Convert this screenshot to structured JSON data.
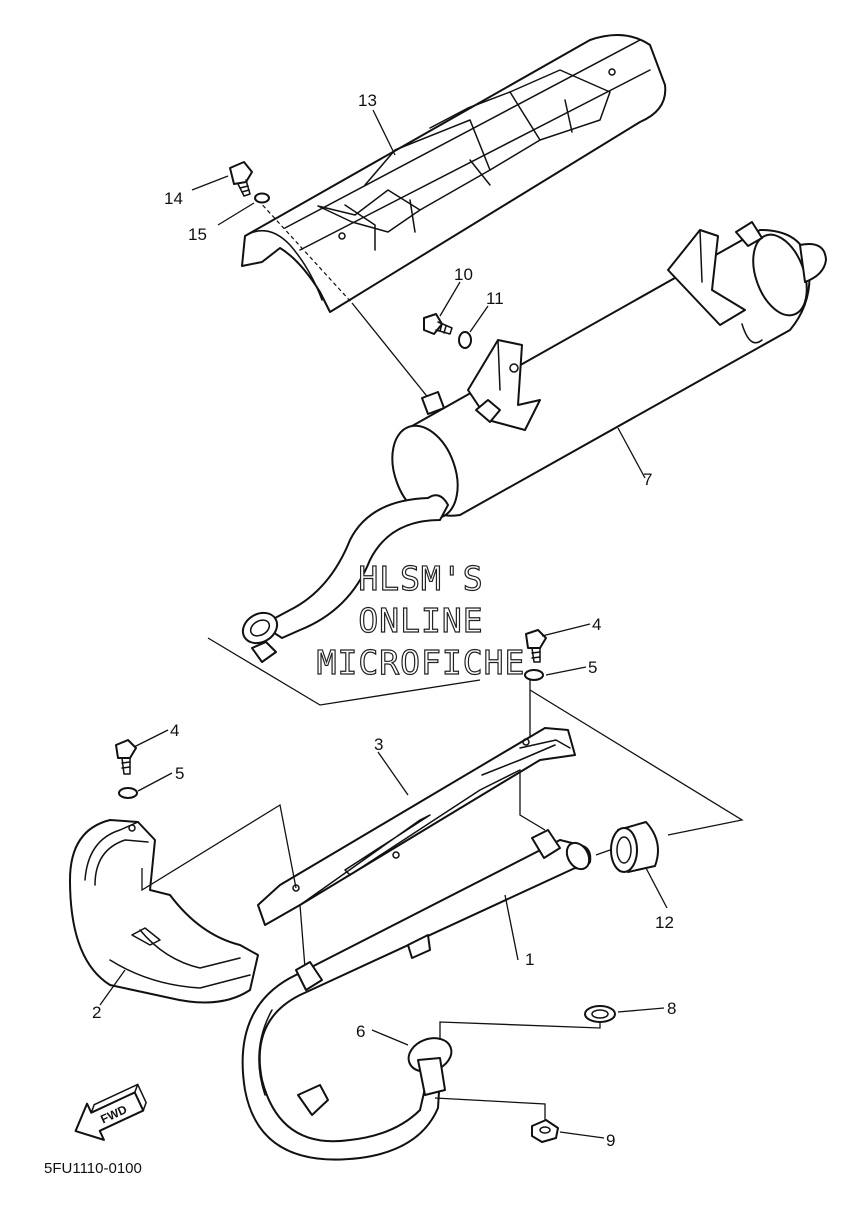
{
  "diagram": {
    "callouts": [
      "1",
      "2",
      "3",
      "4",
      "5",
      "4",
      "5",
      "6",
      "7",
      "8",
      "9",
      "10",
      "11",
      "12",
      "13",
      "14",
      "15"
    ],
    "watermark": [
      "HLSM'S",
      "ONLINE",
      "MICROFICHE"
    ],
    "fwd_label": "FWD",
    "figure_code": "5FU1110-0100"
  }
}
